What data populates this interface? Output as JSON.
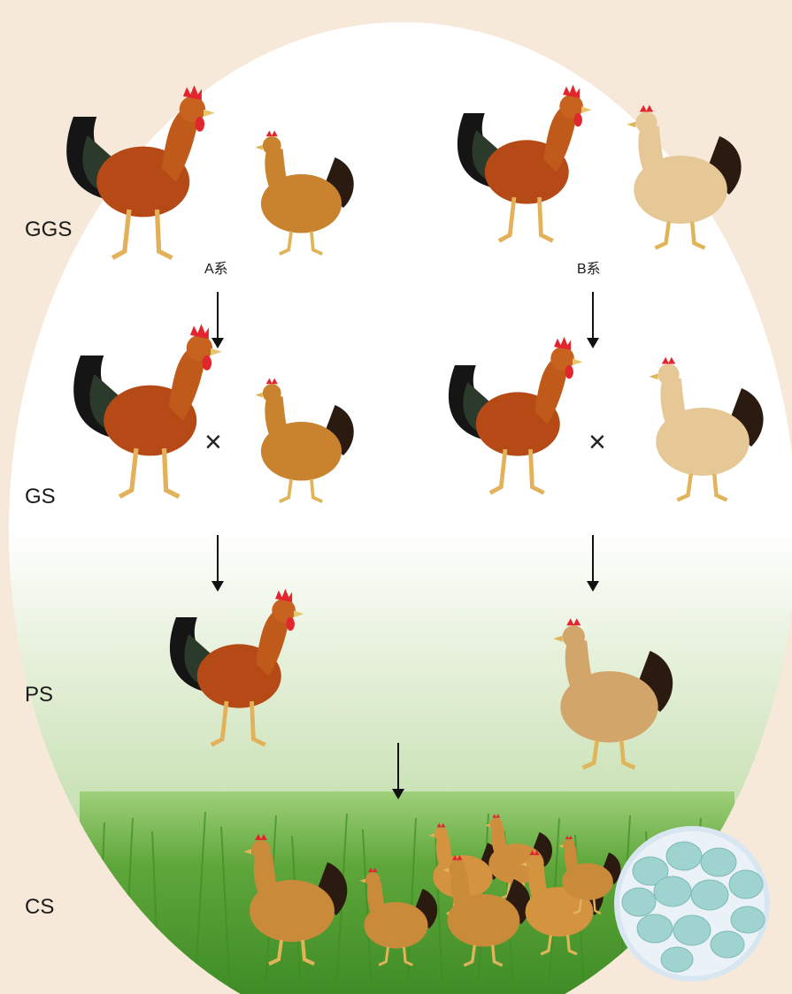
{
  "levels": {
    "ggs": "GGS",
    "gs": "GS",
    "ps": "PS",
    "cs": "CS"
  },
  "lines": {
    "a": "A系",
    "b": "B系"
  },
  "cross_symbol": "×",
  "colors": {
    "background": "#f7e9d9",
    "oval_top": "#ffffff",
    "oval_bottom": "#a8cf8c",
    "grass": "#5aa033",
    "rooster_body": "#b54a17",
    "rooster_tail": "#151515",
    "comb": "#e3262e",
    "hen_a": "#c9832f",
    "hen_b": "#e6c896",
    "egg": "#9fd3cf"
  }
}
